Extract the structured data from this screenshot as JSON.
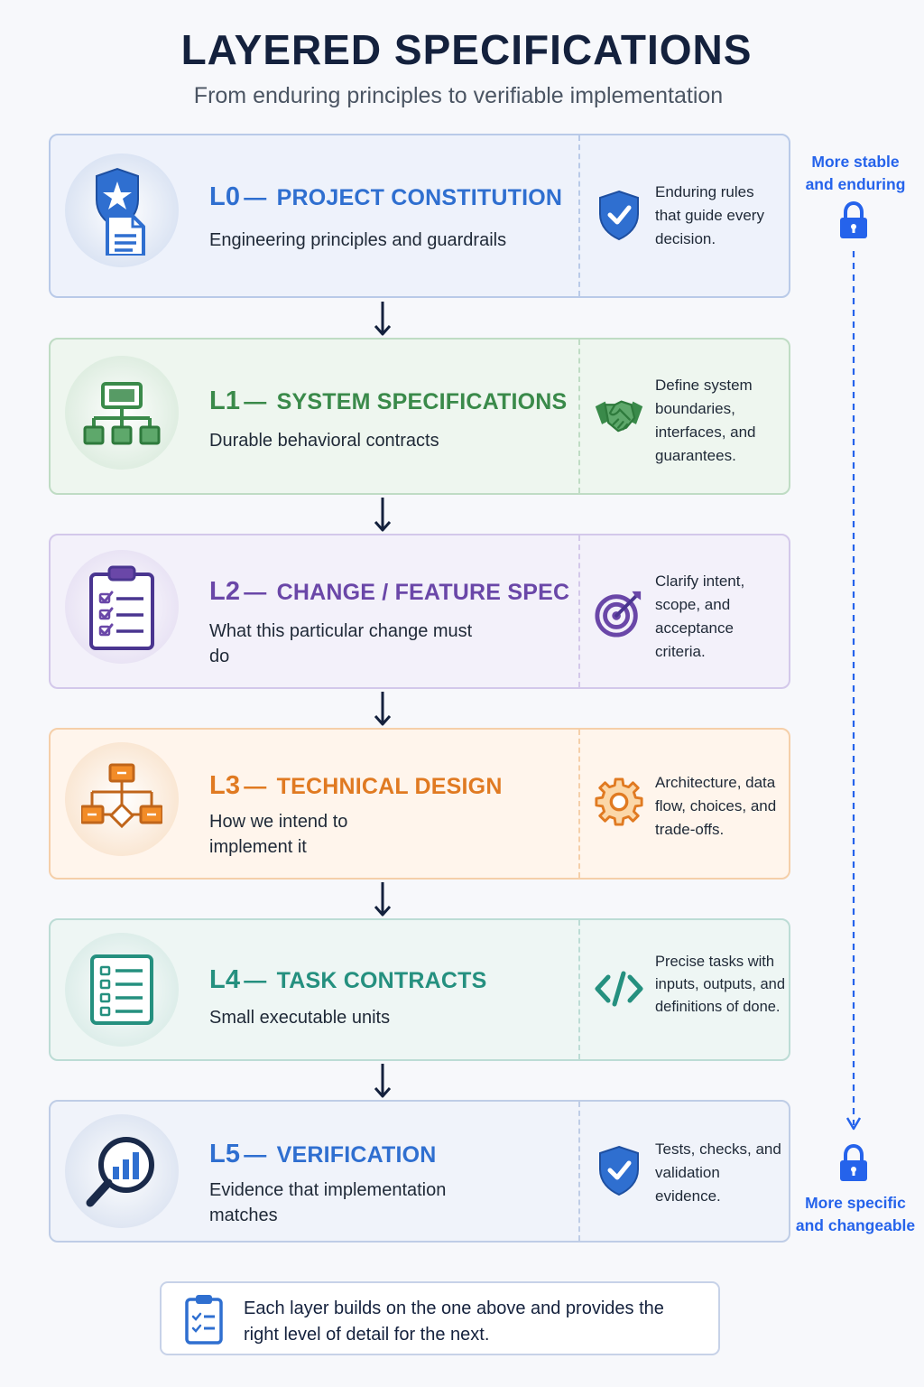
{
  "header": {
    "title": "LAYERED SPECIFICATIONS",
    "subtitle": "From enduring principles to verifiable implementation"
  },
  "layers": [
    {
      "level": "L0",
      "dash": "—",
      "title": "PROJECT CONSTITUTION",
      "desc": "Engineering principles and guardrails",
      "side": "Enduring rules that guide every decision.",
      "main_icon": "shield-document-icon",
      "side_icon": "shield-check-icon",
      "accent": "#2f6fd0",
      "bg": "#eef2fb",
      "border": "#b9cae8"
    },
    {
      "level": "L1",
      "dash": "—",
      "title": "SYSTEM SPECIFICATIONS",
      "desc": "Durable behavioral contracts",
      "side": "Define system boundaries, interfaces, and guarantees.",
      "main_icon": "hierarchy-icon",
      "side_icon": "handshake-icon",
      "accent": "#3a8a4a",
      "bg": "#eef6ef",
      "border": "#bfdcc4"
    },
    {
      "level": "L2",
      "dash": "—",
      "title": "CHANGE / FEATURE SPEC",
      "desc": "What this particular change must do",
      "side": "Clarify intent, scope, and acceptance criteria.",
      "main_icon": "clipboard-checklist-icon",
      "side_icon": "target-icon",
      "accent": "#6a47a8",
      "bg": "#f3f1fa",
      "border": "#d3c8ea"
    },
    {
      "level": "L3",
      "dash": "—",
      "title": "TECHNICAL DESIGN",
      "desc": "How we intend to implement it",
      "side": "Architecture, data flow, choices, and trade-offs.",
      "main_icon": "flowchart-icon",
      "side_icon": "gear-icon",
      "accent": "#e07a22",
      "bg": "#fff5ec",
      "border": "#f5cfa9"
    },
    {
      "level": "L4",
      "dash": "—",
      "title": "TASK CONTRACTS",
      "desc": "Small executable units",
      "side": "Precise tasks with inputs, outputs, and definitions of done.",
      "main_icon": "task-list-icon",
      "side_icon": "code-icon",
      "accent": "#25907f",
      "bg": "#eef6f4",
      "border": "#bcdcd5"
    },
    {
      "level": "L5",
      "dash": "—",
      "title": "VERIFICATION",
      "desc": "Evidence that implementation matches",
      "side": "Tests, checks, and validation evidence.",
      "main_icon": "magnifier-chart-icon",
      "side_icon": "shield-check-icon",
      "accent": "#2f6fd0",
      "bg": "#f0f3fa",
      "border": "#bfcde6"
    }
  ],
  "stability": {
    "top_label": "More stable and enduring",
    "bottom_label": "More specific and changeable",
    "icon": "lock-icon",
    "color": "#2563eb"
  },
  "footer": {
    "text": "Each layer builds on the one above and provides the right level of detail for the next.",
    "icon": "clipboard-checklist-icon"
  }
}
